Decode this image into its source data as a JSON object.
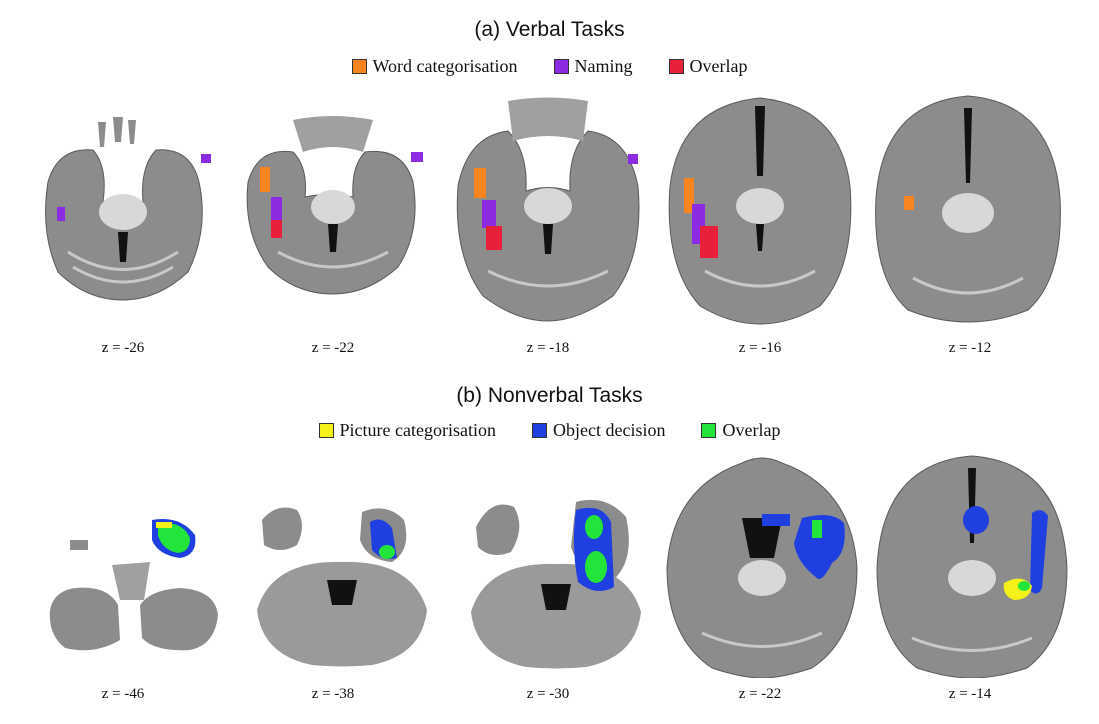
{
  "panels": {
    "verbal": {
      "title": "(a) Verbal Tasks",
      "legend": [
        {
          "label": "Word categorisation",
          "color": "#f7841e"
        },
        {
          "label": "Naming",
          "color": "#8b2be2"
        },
        {
          "label": "Overlap",
          "color": "#e8203a"
        }
      ],
      "slices": [
        "z = -26",
        "z = -22",
        "z = -18",
        "z = -16",
        "z = -12"
      ]
    },
    "nonverbal": {
      "title": "(b) Nonverbal Tasks",
      "legend": [
        {
          "label": "Picture categorisation",
          "color": "#f4f01a"
        },
        {
          "label": "Object decision",
          "color": "#1f3fe0"
        },
        {
          "label": "Overlap",
          "color": "#22e43a"
        }
      ],
      "slices": [
        "z = -46",
        "z = -38",
        "z = -30",
        "z = -22",
        "z = -14"
      ]
    }
  }
}
